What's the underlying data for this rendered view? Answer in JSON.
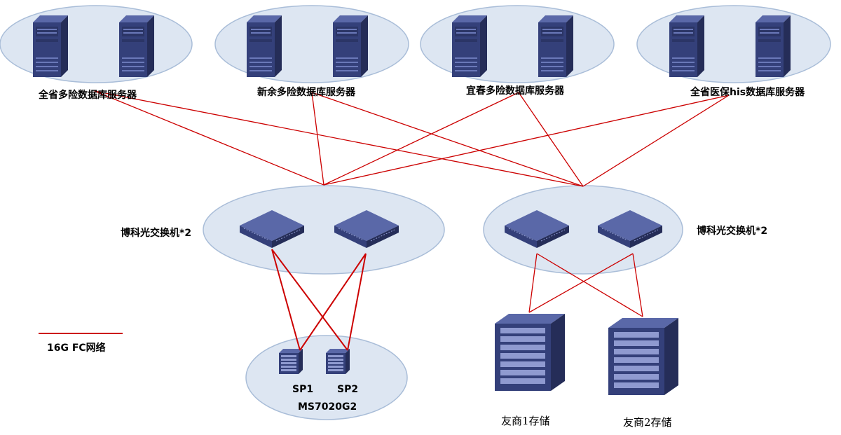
{
  "server_groups": [
    {
      "label": "全省多险数据库服务器"
    },
    {
      "label": "新余多险数据库服务器"
    },
    {
      "label": "宜春多险数据库服务器"
    },
    {
      "label": "全省医保his数据库服务器"
    }
  ],
  "switch_groups": [
    {
      "label": "博科光交换机*2"
    },
    {
      "label": "博科光交换机*2"
    }
  ],
  "storage": {
    "sp1": "SP1",
    "sp2": "SP2",
    "model": "MS7020G2"
  },
  "vendor_storage": [
    {
      "label": "友商1存储"
    },
    {
      "label": "友商2存储"
    }
  ],
  "legend": {
    "label": "16G FC网络",
    "color": "#cc0000"
  },
  "colors": {
    "ellipse_fill": "#dde6f2",
    "ellipse_stroke": "#a9bdd8",
    "device_dark": "#2b3566",
    "device_mid": "#3d4a8a",
    "device_light": "#5a68a8",
    "link": "#cc0000"
  }
}
